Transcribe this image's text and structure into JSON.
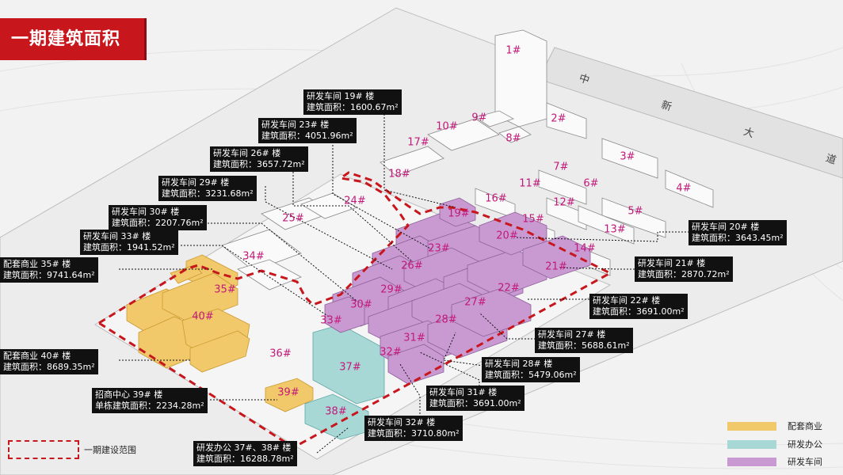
{
  "title": "一期建筑面积",
  "road_label": "中 新 大 道",
  "legend": [
    {
      "label": "配套商业",
      "color": "#f2c96a"
    },
    {
      "label": "研发办公",
      "color": "#a8d8d6"
    },
    {
      "label": "研发车间",
      "color": "#c99ad2"
    }
  ],
  "phase_legend": "一期建设范围",
  "colors": {
    "accent": "#c8161d",
    "label": "#c2187a",
    "callout_bg": "#111111",
    "commercial": "#f2c96a",
    "office": "#a8d8d6",
    "workshop": "#c99ad2"
  },
  "buildings": [
    "1#",
    "2#",
    "3#",
    "4#",
    "5#",
    "6#",
    "7#",
    "8#",
    "9#",
    "10#",
    "11#",
    "12#",
    "13#",
    "14#",
    "15#",
    "16#",
    "17#",
    "18#",
    "19#",
    "20#",
    "21#",
    "22#",
    "23#",
    "24#",
    "25#",
    "26#",
    "27#",
    "28#",
    "29#",
    "30#",
    "31#",
    "32#",
    "33#",
    "34#",
    "35#",
    "36#",
    "37#",
    "38#",
    "39#",
    "40#"
  ],
  "callouts": [
    {
      "l1": "研发车间 19# 楼",
      "l2": "建筑面积：1600.67m²"
    },
    {
      "l1": "研发车间 23# 楼",
      "l2": "建筑面积：4051.96m²"
    },
    {
      "l1": "研发车间 26# 楼",
      "l2": "建筑面积：3657.72m²"
    },
    {
      "l1": "研发车间 29# 楼",
      "l2": "建筑面积：3231.68m²"
    },
    {
      "l1": "研发车间 30# 楼",
      "l2": "建筑面积：2207.76m²"
    },
    {
      "l1": "研发车间 33# 楼",
      "l2": "建筑面积：1941.52m²"
    },
    {
      "l1": "配套商业 35# 楼",
      "l2": "建筑面积：9741.64m²"
    },
    {
      "l1": "配套商业 40# 楼",
      "l2": "建筑面积：8689.35m²"
    },
    {
      "l1": "招商中心 39# 楼",
      "l2": "单栋建筑面积：2234.28m²"
    },
    {
      "l1": "研发办公 37#、38# 楼",
      "l2": "建筑面积：16288.78m²"
    },
    {
      "l1": "研发车间 32# 楼",
      "l2": "建筑面积：3710.80m²"
    },
    {
      "l1": "研发车间 31# 楼",
      "l2": "建筑面积：3691.00m²"
    },
    {
      "l1": "研发车间 28# 楼",
      "l2": "建筑面积：5479.06m²"
    },
    {
      "l1": "研发车间 27# 楼",
      "l2": "建筑面积：5688.61m²"
    },
    {
      "l1": "研发车间 22# 楼",
      "l2": "建筑面积：3691.00m²"
    },
    {
      "l1": "研发车间 21# 楼",
      "l2": "建筑面积：2870.72m²"
    },
    {
      "l1": "研发车间 20# 楼",
      "l2": "建筑面积：3643.45m²"
    }
  ]
}
